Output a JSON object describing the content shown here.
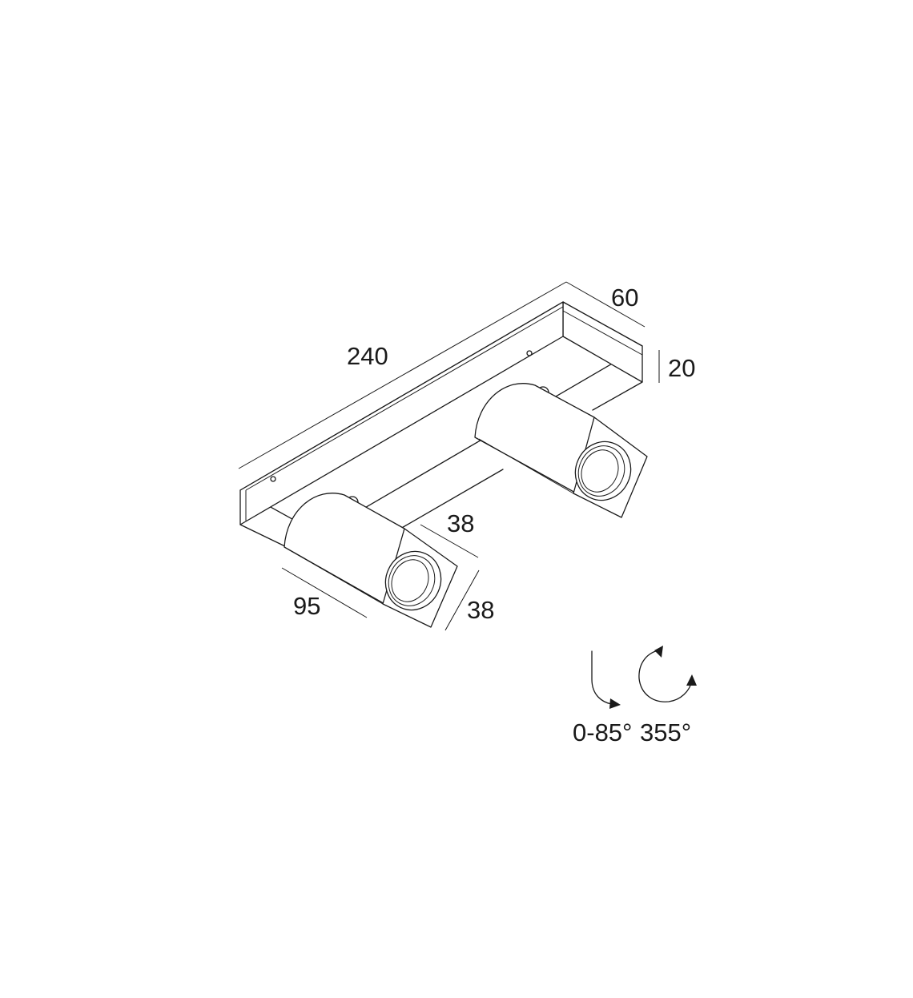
{
  "dimensions": {
    "length": "240",
    "depth": "60",
    "height": "20",
    "head_width": "38",
    "head_height": "38",
    "head_length": "95"
  },
  "rotation": {
    "tilt": "0-85°",
    "rotate": "355°",
    "tilt_icon": "tilt-arrow-icon",
    "rotate_icon": "rotate-arrow-icon"
  },
  "colors": {
    "line": "#1a1a1a",
    "background": "#ffffff"
  }
}
